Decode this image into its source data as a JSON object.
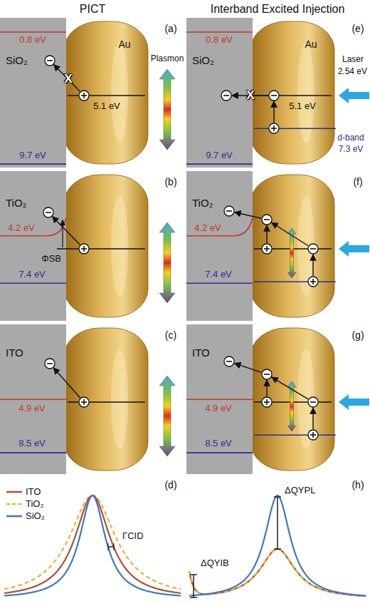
{
  "diagram": {
    "nodes": [
      {
        "text": [
          "0.8 eV",
          "SiO₂",
          "9.7 eV"
        ]
      },
      {
        "text": [
          "TiO₂",
          "4.2 eV",
          "7.4 eV"
        ]
      },
      {
        "text": [
          "ITO",
          "4.9 eV",
          "8.5 eV"
        ]
      },
      {
        "text": [
          "0.8 eV",
          "SiO₂",
          "9.7 eV"
        ]
      },
      {
        "text": [
          "TiO₂",
          "4.2 eV",
          "7.4 eV"
        ]
      },
      {
        "text": [
          "ITO",
          "4.9 eV",
          "8.5 eV"
        ]
      }
    ],
    "labels": [
      "PICT",
      "Interband Excited Injection",
      "(a)",
      "Au",
      "Plasmon",
      "5.1 eV",
      "X",
      "(b)",
      "ΦSB",
      "(c)",
      "(d)",
      "ΓCID",
      "(e)",
      "Au",
      "5.1 eV",
      "Laser",
      "2.54 eV",
      "d-band",
      "7.3 eV",
      "X",
      "(f)",
      "(g)",
      "(h)",
      "ΔQYIB",
      "ΔQYPL"
    ],
    "legend": [
      {
        "text": "ITO"
      },
      {
        "text": "TiO₂"
      },
      {
        "text": "SiO₂"
      }
    ]
  }
}
